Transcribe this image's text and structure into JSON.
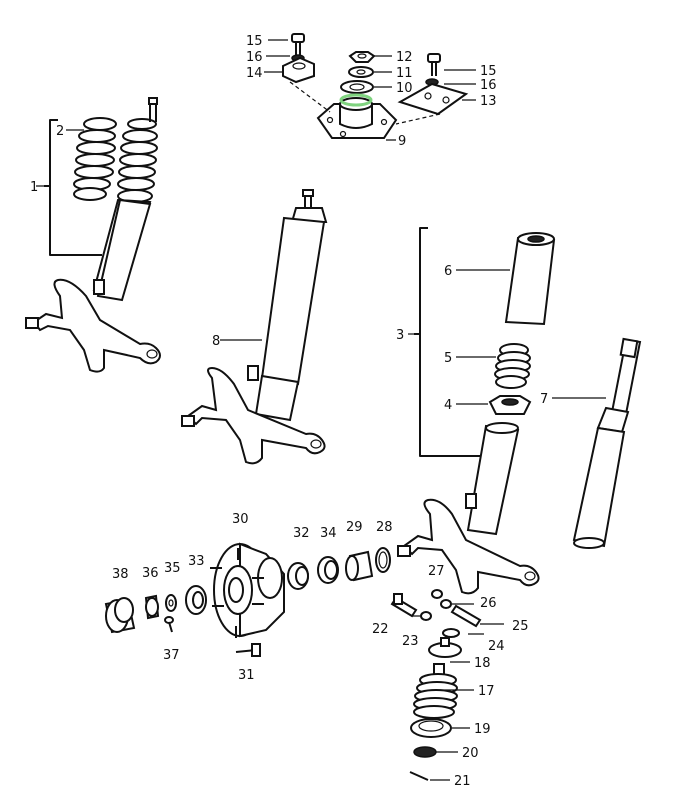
{
  "diagram": {
    "highlight_color": "#7fd37f",
    "callouts": [
      {
        "id": "1",
        "label": "1"
      },
      {
        "id": "2",
        "label": "2"
      },
      {
        "id": "3",
        "label": "3"
      },
      {
        "id": "4",
        "label": "4"
      },
      {
        "id": "5",
        "label": "5"
      },
      {
        "id": "6",
        "label": "6"
      },
      {
        "id": "7",
        "label": "7"
      },
      {
        "id": "8",
        "label": "8"
      },
      {
        "id": "9",
        "label": "9"
      },
      {
        "id": "10",
        "label": "10"
      },
      {
        "id": "11",
        "label": "11"
      },
      {
        "id": "12",
        "label": "12"
      },
      {
        "id": "13",
        "label": "13"
      },
      {
        "id": "14",
        "label": "14"
      },
      {
        "id": "15a",
        "label": "15"
      },
      {
        "id": "15b",
        "label": "15"
      },
      {
        "id": "16a",
        "label": "16"
      },
      {
        "id": "16b",
        "label": "16"
      },
      {
        "id": "17",
        "label": "17"
      },
      {
        "id": "18",
        "label": "18"
      },
      {
        "id": "19",
        "label": "19"
      },
      {
        "id": "20",
        "label": "20"
      },
      {
        "id": "21",
        "label": "21"
      },
      {
        "id": "22",
        "label": "22"
      },
      {
        "id": "23",
        "label": "23"
      },
      {
        "id": "24",
        "label": "24"
      },
      {
        "id": "25",
        "label": "25"
      },
      {
        "id": "26",
        "label": "26"
      },
      {
        "id": "27",
        "label": "27"
      },
      {
        "id": "28",
        "label": "28"
      },
      {
        "id": "29",
        "label": "29"
      },
      {
        "id": "30",
        "label": "30"
      },
      {
        "id": "31",
        "label": "31"
      },
      {
        "id": "32",
        "label": "32"
      },
      {
        "id": "33",
        "label": "33"
      },
      {
        "id": "34",
        "label": "34"
      },
      {
        "id": "35",
        "label": "35"
      },
      {
        "id": "36",
        "label": "36"
      },
      {
        "id": "37",
        "label": "37"
      },
      {
        "id": "38",
        "label": "38"
      }
    ]
  }
}
